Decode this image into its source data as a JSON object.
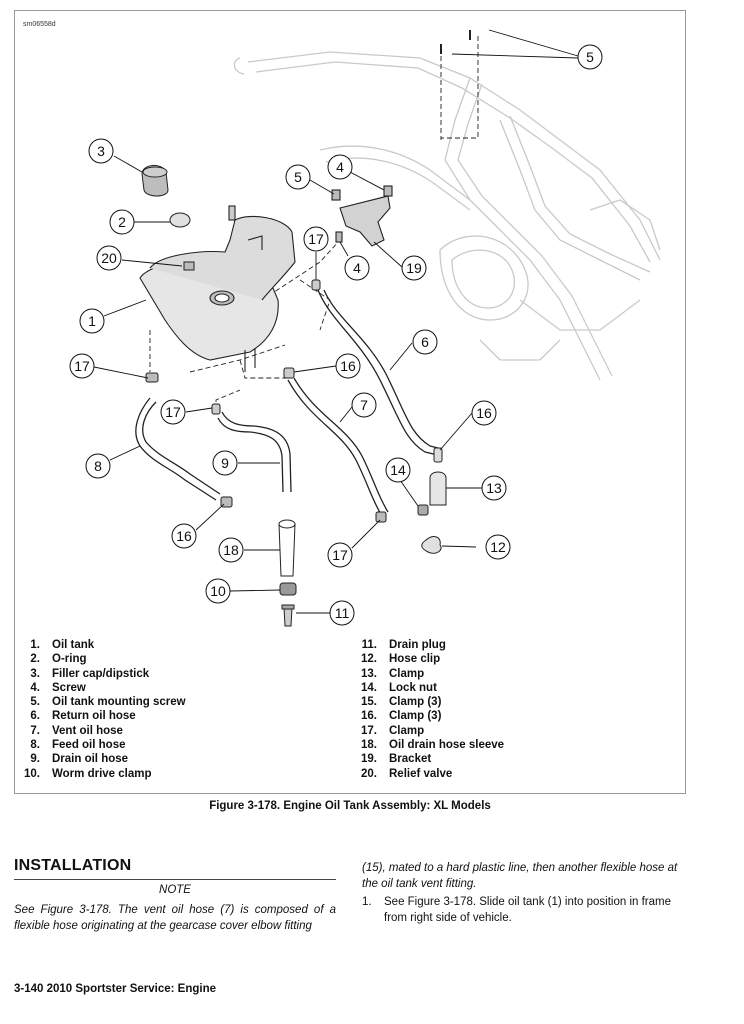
{
  "figure": {
    "id": "sm06558d",
    "callouts": [
      "1",
      "2",
      "3",
      "4",
      "5",
      "6",
      "7",
      "8",
      "9",
      "10",
      "11",
      "12",
      "13",
      "14",
      "16",
      "17",
      "18",
      "19",
      "20"
    ],
    "legend_left": [
      {
        "num": "1.",
        "label": "Oil tank"
      },
      {
        "num": "2.",
        "label": "O-ring"
      },
      {
        "num": "3.",
        "label": "Filler cap/dipstick"
      },
      {
        "num": "4.",
        "label": "Screw"
      },
      {
        "num": "5.",
        "label": "Oil tank mounting screw"
      },
      {
        "num": "6.",
        "label": "Return oil hose"
      },
      {
        "num": "7.",
        "label": "Vent oil hose"
      },
      {
        "num": "8.",
        "label": "Feed oil hose"
      },
      {
        "num": "9.",
        "label": "Drain oil hose"
      },
      {
        "num": "10.",
        "label": "Worm drive clamp"
      }
    ],
    "legend_right": [
      {
        "num": "11.",
        "label": "Drain plug"
      },
      {
        "num": "12.",
        "label": "Hose clip"
      },
      {
        "num": "13.",
        "label": "Clamp"
      },
      {
        "num": "14.",
        "label": "Lock nut"
      },
      {
        "num": "15.",
        "label": "Clamp (3)"
      },
      {
        "num": "16.",
        "label": "Clamp (3)"
      },
      {
        "num": "17.",
        "label": "Clamp"
      },
      {
        "num": "18.",
        "label": "Oil drain hose sleeve"
      },
      {
        "num": "19.",
        "label": "Bracket"
      },
      {
        "num": "20.",
        "label": "Relief valve"
      }
    ],
    "caption": "Figure 3-178. Engine Oil Tank Assembly: XL Models"
  },
  "section": {
    "title": "INSTALLATION",
    "note_label": "NOTE",
    "note_text": "See Figure 3-178. The vent oil hose (7) is composed of a flexible hose originating at the gearcase cover elbow fitting",
    "note_continued": "(15), mated to a hard plastic line, then another flexible hose at the oil tank vent fitting.",
    "step1_num": "1.",
    "step1_text": "See Figure 3-178. Slide oil tank (1) into position in frame from right side of vehicle."
  },
  "footer": "3-140  2010 Sportster Service: Engine"
}
